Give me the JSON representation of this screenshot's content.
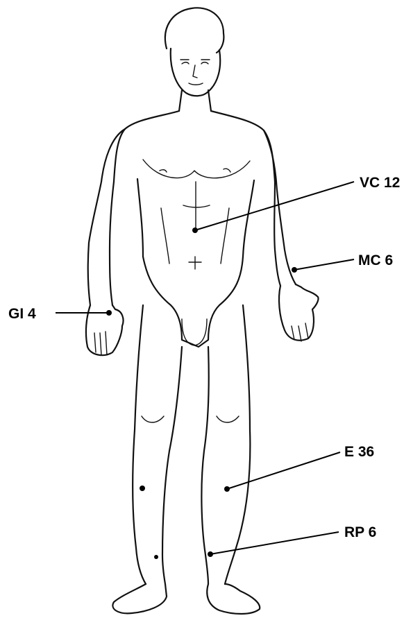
{
  "points": [
    {
      "id": "vc12",
      "label": "VC 12",
      "location": "abdomen"
    },
    {
      "id": "mc6",
      "label": "MC 6",
      "location": "left-wrist"
    },
    {
      "id": "gi4",
      "label": "GI 4",
      "location": "right-hand"
    },
    {
      "id": "e36",
      "label": "E 36",
      "location": "left-lower-leg"
    },
    {
      "id": "rp6",
      "label": "RP 6",
      "location": "left-ankle"
    }
  ],
  "colors": {
    "ink": "#000000",
    "background": "#ffffff"
  }
}
